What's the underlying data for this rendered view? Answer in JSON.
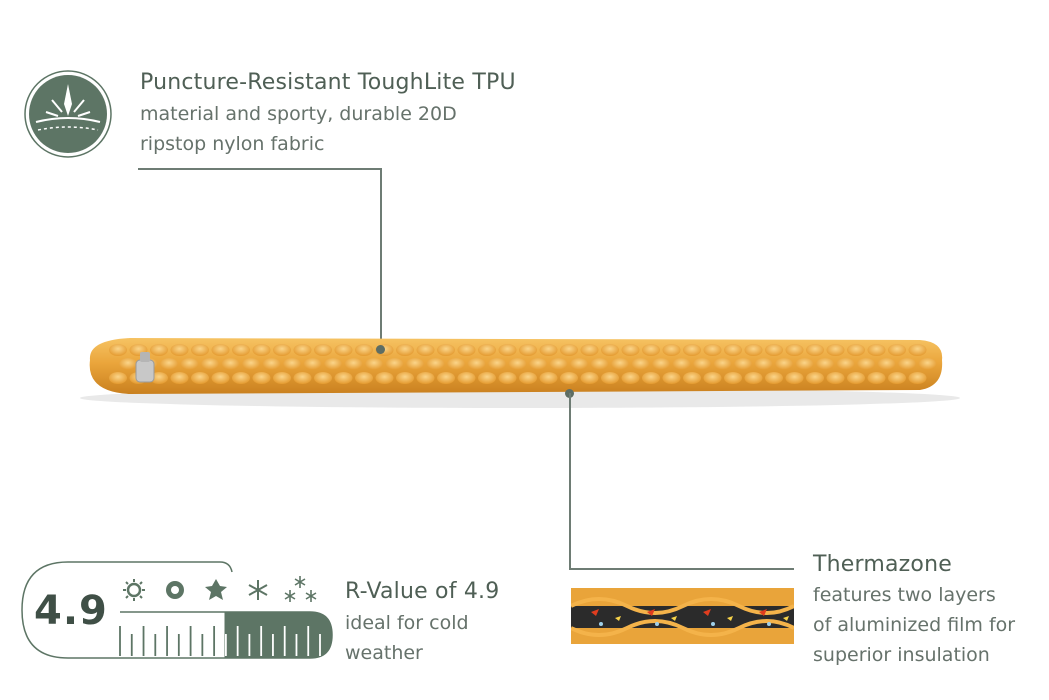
{
  "puncture": {
    "icon": "puncture-shield-icon",
    "title": "Puncture-Resistant ToughLite TPU",
    "line1": "material and sporty, durable 20D",
    "line2": "ripstop nylon fabric"
  },
  "thermazone": {
    "title": "Thermazone",
    "line1": "features two layers",
    "line2": "of aluminized film for",
    "line3": "superior insulation"
  },
  "rvalue": {
    "number": "4.9",
    "title": "R-Value of 4.9",
    "line1": "ideal for cold",
    "line2": "weather",
    "level": 4.9,
    "scale_icons": [
      "sun-icon",
      "flower-icon",
      "leaf-icon",
      "snowflake-icon",
      "snowflakes-icon"
    ]
  },
  "colors": {
    "accent_green": "#5d7565",
    "pad_orange": "#e9a43a",
    "text": "#4f5f55"
  }
}
